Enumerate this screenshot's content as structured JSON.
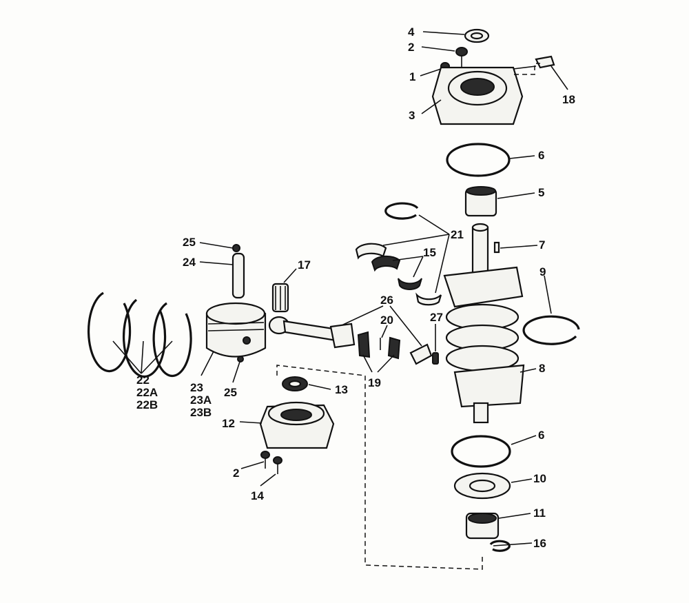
{
  "diagram": {
    "callouts": [
      {
        "id": "c1",
        "text": "1"
      },
      {
        "id": "c2a",
        "text": "2"
      },
      {
        "id": "c2b",
        "text": "2"
      },
      {
        "id": "c3",
        "text": "3"
      },
      {
        "id": "c4",
        "text": "4"
      },
      {
        "id": "c5",
        "text": "5"
      },
      {
        "id": "c6a",
        "text": "6"
      },
      {
        "id": "c6b",
        "text": "6"
      },
      {
        "id": "c7",
        "text": "7"
      },
      {
        "id": "c8",
        "text": "8"
      },
      {
        "id": "c9",
        "text": "9"
      },
      {
        "id": "c10",
        "text": "10"
      },
      {
        "id": "c11",
        "text": "11"
      },
      {
        "id": "c12",
        "text": "12"
      },
      {
        "id": "c13",
        "text": "13"
      },
      {
        "id": "c14",
        "text": "14"
      },
      {
        "id": "c15",
        "text": "15"
      },
      {
        "id": "c16",
        "text": "16"
      },
      {
        "id": "c17",
        "text": "17"
      },
      {
        "id": "c18",
        "text": "18"
      },
      {
        "id": "c19",
        "text": "19"
      },
      {
        "id": "c20",
        "text": "20"
      },
      {
        "id": "c21",
        "text": "21"
      },
      {
        "id": "c22",
        "text": "22"
      },
      {
        "id": "c22A",
        "text": "22A"
      },
      {
        "id": "c22B",
        "text": "22B"
      },
      {
        "id": "c23",
        "text": "23"
      },
      {
        "id": "c23A",
        "text": "23A"
      },
      {
        "id": "c23B",
        "text": "23B"
      },
      {
        "id": "c24",
        "text": "24"
      },
      {
        "id": "c25a",
        "text": "25"
      },
      {
        "id": "c25b",
        "text": "25"
      },
      {
        "id": "c26",
        "text": "26"
      },
      {
        "id": "c27",
        "text": "27"
      }
    ]
  }
}
